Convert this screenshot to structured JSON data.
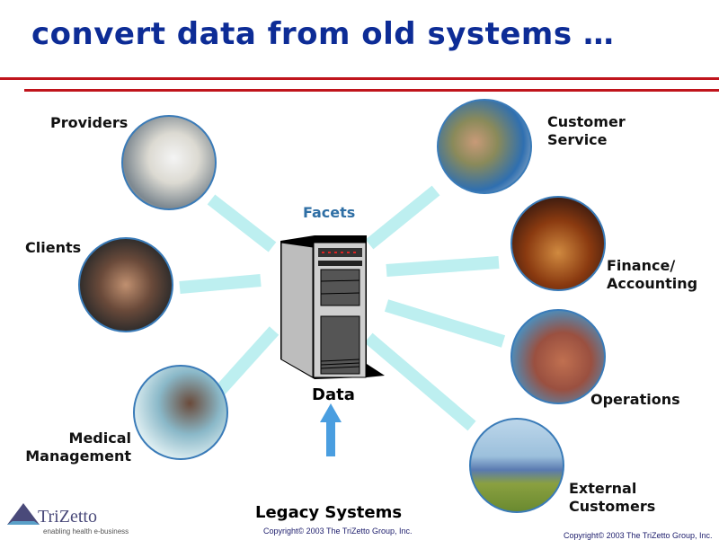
{
  "title": "convert data from old systems …",
  "center": {
    "top_label": "Facets",
    "bottom_label": "Data",
    "source_label": "Legacy Systems"
  },
  "nodes": {
    "providers": "Providers",
    "clients": "Clients",
    "medical": "Medical\nManagement",
    "customer_service": "Customer\nService",
    "finance": "Finance/\nAccounting",
    "operations": "Operations",
    "external": "External\nCustomers"
  },
  "logo": {
    "name": "TriZetto",
    "tagline": "enabling health e-business"
  },
  "copyright_center": "Copyright© 2003 The TriZetto Group, Inc.",
  "copyright_right": "Copyright© 2003 The TriZetto Group, Inc.",
  "colors": {
    "title": "#0d2c96",
    "rule": "#c0141c",
    "connector": "#bdeff0",
    "arrow": "#4a9ee0"
  }
}
